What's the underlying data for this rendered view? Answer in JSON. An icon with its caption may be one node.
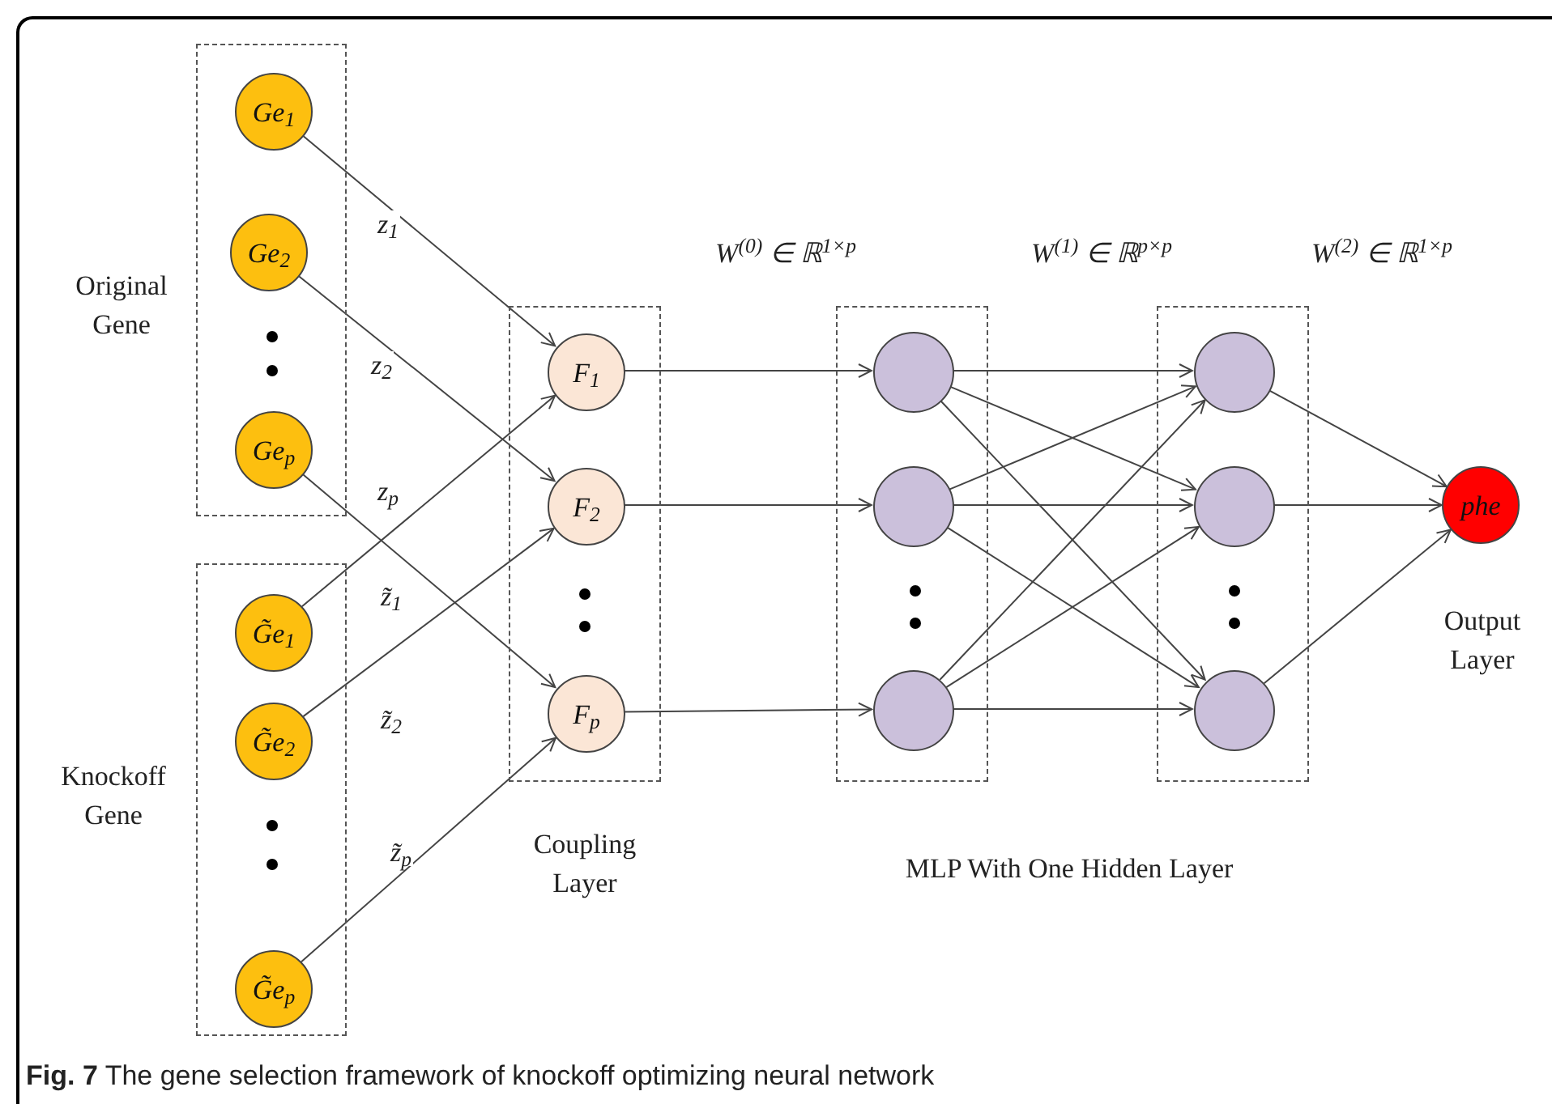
{
  "diagram": {
    "caption": "**Fig. 7** The gene selection framework of knockoff optimizing neural network",
    "nodes": [
      {
        "text": [
          "Original Gene"
        ]
      },
      {
        "text": [
          "Ge$_{1}$"
        ],
        "in": 0
      },
      {
        "text": [
          "Ge$_{2}$"
        ],
        "in": 0
      },
      {
        "text": [
          "Ge$_{p}$"
        ],
        "in": 0
      },
      {
        "text": [
          "Knockoff Gene"
        ]
      },
      {
        "text": [
          "G̃e$_{1}$"
        ],
        "in": 4
      },
      {
        "text": [
          "G̃e$_{2}$"
        ],
        "in": 4
      },
      {
        "text": [
          "G̃e$_{p}$"
        ],
        "in": 4
      },
      {
        "text": [
          "Coupling Layer"
        ]
      },
      {
        "text": [
          "F$_{1}$"
        ],
        "in": 8
      },
      {
        "text": [
          "F$_{2}$"
        ],
        "in": 8
      },
      {
        "text": [
          "F$_{p}$"
        ],
        "in": 8
      },
      {
        "text": [],
        "shape": "box"
      },
      {
        "text": [],
        "shape": "circle",
        "in": 12
      },
      {
        "text": [],
        "shape": "circle",
        "in": 12
      },
      {
        "text": [],
        "shape": "circle",
        "in": 12
      },
      {
        "text": [],
        "shape": "box"
      },
      {
        "text": [],
        "shape": "circle",
        "in": 16
      },
      {
        "text": [],
        "shape": "circle",
        "in": 16
      },
      {
        "text": [],
        "shape": "circle",
        "in": 16
      },
      {
        "text": [
          "phe"
        ],
        "beside": [
          "Output Layer"
        ]
      }
    ],
    "edges": [
      {
        "from": 1,
        "to": 9,
        "arrow": "to",
        "label": "z$_{1}$"
      },
      {
        "from": 2,
        "to": 10,
        "arrow": "to",
        "label": "z$_{2}$"
      },
      {
        "from": 3,
        "to": 11,
        "arrow": "to",
        "label": "z$_{p}$"
      },
      {
        "from": 5,
        "to": 9,
        "arrow": "to",
        "label": "z̃$_{1}$"
      },
      {
        "from": 6,
        "to": 10,
        "arrow": "to",
        "label": "z̃$_{2}$"
      },
      {
        "from": 7,
        "to": 11,
        "arrow": "to",
        "label": "z̃$_{p}$"
      },
      {
        "from": 9,
        "to": 13,
        "arrow": "to"
      },
      {
        "from": 10,
        "to": 14,
        "arrow": "to"
      },
      {
        "from": 11,
        "to": 15,
        "arrow": "to"
      },
      {
        "from": 13,
        "to": 17,
        "arrow": "to"
      },
      {
        "from": 13,
        "to": 18,
        "arrow": "to"
      },
      {
        "from": 13,
        "to": 19,
        "arrow": "to"
      },
      {
        "from": 14,
        "to": 17,
        "arrow": "to"
      },
      {
        "from": 14,
        "to": 18,
        "arrow": "to"
      },
      {
        "from": 14,
        "to": 19,
        "arrow": "to"
      },
      {
        "from": 15,
        "to": 17,
        "arrow": "to"
      },
      {
        "from": 15,
        "to": 18,
        "arrow": "to"
      },
      {
        "from": 15,
        "to": 19,
        "arrow": "to"
      },
      {
        "from": 17,
        "to": 20,
        "arrow": "to"
      },
      {
        "from": 18,
        "to": 20,
        "arrow": "to"
      },
      {
        "from": 19,
        "to": 20,
        "arrow": "to"
      }
    ],
    "labels": [
      "W$^{(0)}$ ∈ ℝ$^{1×p}$",
      "W$^{(1)}$ ∈ ℝ$^{p×p}$",
      "W$^{(2)}$ ∈ ℝ$^{1×p}$",
      "MLP With One Hidden Layer"
    ]
  }
}
